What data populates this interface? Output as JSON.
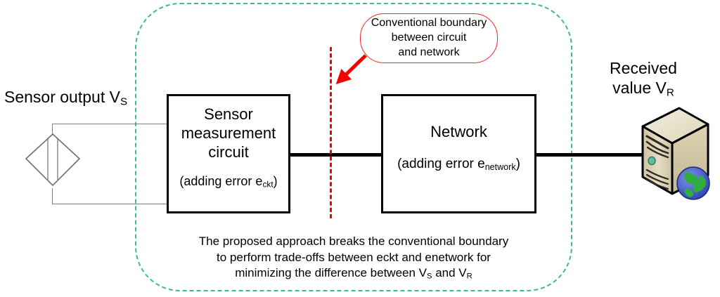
{
  "diagram": {
    "title": "Sensor measurement circuit and network error trade-off diagram",
    "colors": {
      "proposed_boundary": "#3dbb8a",
      "conventional_boundary": "#f40000",
      "block_outline": "#000000",
      "sensor_symbol": "#808080",
      "server_body": "#ded5b8",
      "server_led": "#5fbf9a",
      "globe_green": "#2fae3e",
      "globe_blue": "#3e5ad0"
    }
  },
  "labels": {
    "sensor_output": {
      "text": "Sensor output V",
      "sub": "S"
    },
    "received_value": {
      "line1": "Received",
      "line2": "value V",
      "sub": "R"
    }
  },
  "blocks": {
    "sensor_circuit": {
      "title": "Sensor measurement circuit",
      "subtitle_prefix": "(adding error e",
      "subtitle_sub": "ckt",
      "subtitle_suffix": ")"
    },
    "network": {
      "title": "Network",
      "subtitle_prefix": "(adding error e",
      "subtitle_sub": "network",
      "subtitle_suffix": ")"
    }
  },
  "callout": {
    "conventional_boundary": {
      "line1": "Conventional boundary",
      "line2": "between circuit",
      "line3": "and network"
    }
  },
  "caption": {
    "line1": "The proposed approach breaks the conventional boundary",
    "line2": "to perform trade-offs between eckt and enetwork for",
    "line3_prefix": "minimizing the difference between V",
    "line3_sub1": "S",
    "line3_mid": " and V",
    "line3_sub2": "R"
  },
  "icons": {
    "sensor_symbol": "sensor-diamond-icon",
    "server": "server-tower-icon",
    "globe": "globe-icon",
    "arrow": "red-arrow-icon"
  }
}
